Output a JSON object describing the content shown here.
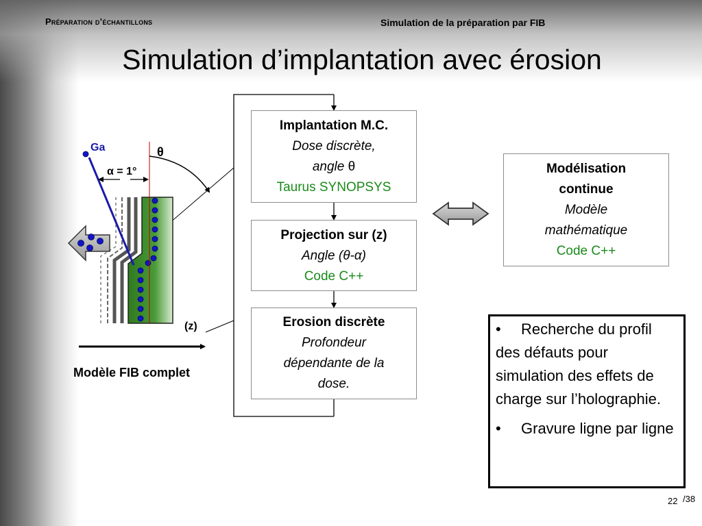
{
  "header": {
    "section": "Préparation d’échantillons",
    "subtitle": "Simulation de la préparation par FIB",
    "title": "Simulation d’implantation avec érosion"
  },
  "diagram": {
    "ga_label": "Ga",
    "theta_label": "θ",
    "alpha_label": "α = 1°",
    "z_label": "(z)",
    "model_caption": "Modèle FIB complet",
    "boxes": {
      "implantation": {
        "title": "Implantation M.C.",
        "line1": "Dose discrète,",
        "line2_italic": "angle",
        "line2_symbol": " θ",
        "code": "Taurus SYNOPSYS"
      },
      "projection": {
        "title": "Projection sur (z)",
        "line1": "Angle (θ-α)",
        "code": "Code C++"
      },
      "erosion": {
        "title": "Erosion discrète",
        "line1": "Profondeur",
        "line2": "dépendante de la",
        "line3": "dose."
      },
      "modelisation": {
        "title1": "Modélisation",
        "title2": "continue",
        "line1": "Modèle",
        "line2": "mathématique",
        "code": "Code C++"
      }
    }
  },
  "notes": [
    "Recherche du profil des défauts pour simulation des effets de charge sur l’holographie.",
    "Gravure ligne par ligne"
  ],
  "footer": {
    "page": "22",
    "total": "/38"
  },
  "colors": {
    "code_green": "#1a8a1a",
    "ion_blue": "#1a1aa8",
    "dot_blue": "#1414c8",
    "substrate_green": "#3a8a2a"
  }
}
